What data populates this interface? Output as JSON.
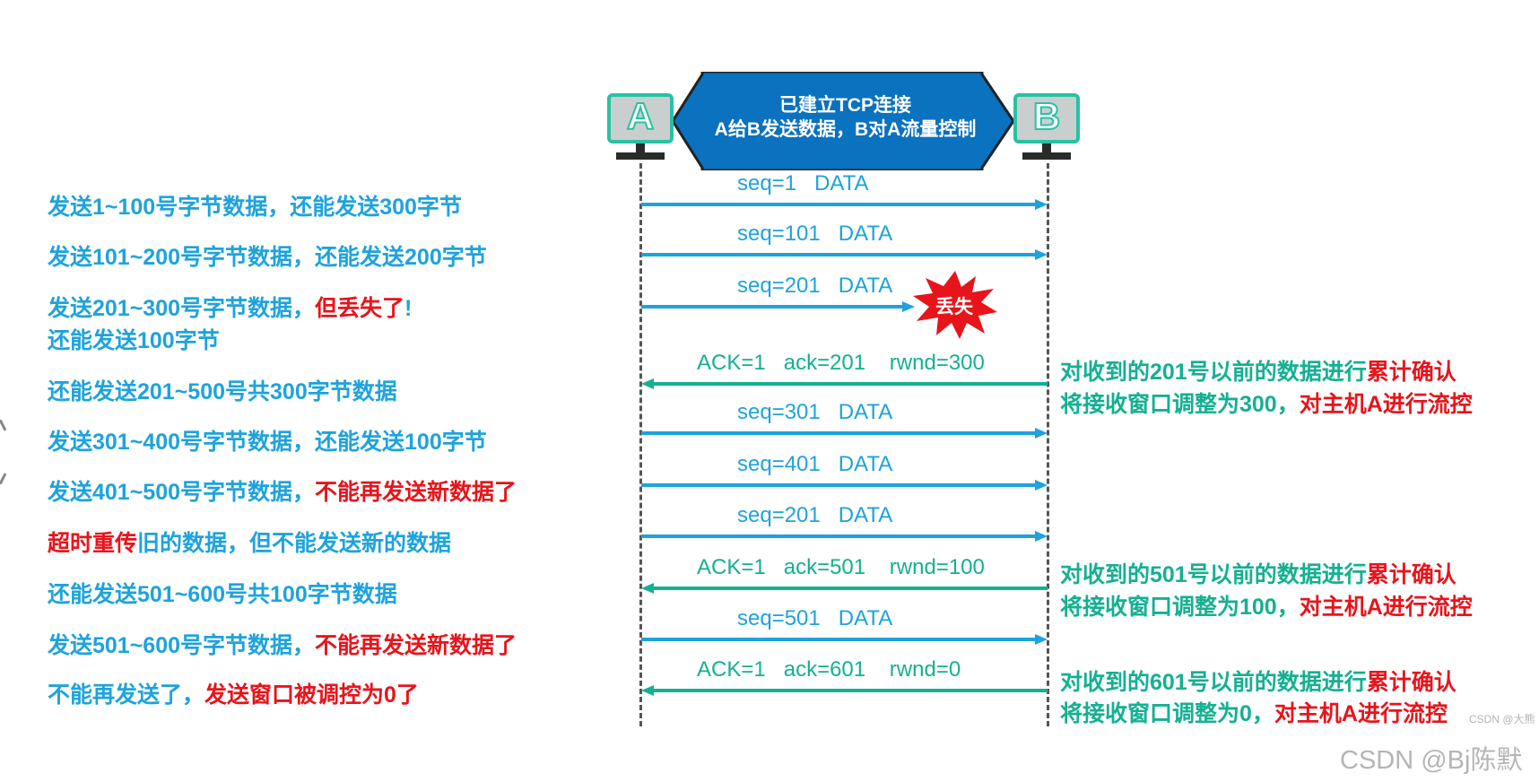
{
  "header": {
    "line1": "已建立TCP连接",
    "line2": "A给B发送数据，B对A流量控制"
  },
  "hosts": {
    "a": "A",
    "b": "B"
  },
  "loss_burst": "丢失",
  "left_notes": [
    [
      {
        "text": "发送1~100号字节数据，还能发送300字节",
        "color": "blue"
      }
    ],
    [
      {
        "text": "发送101~200号字节数据，还能发送200字节",
        "color": "blue"
      }
    ],
    [
      {
        "text": "发送201~300号字节数据，",
        "color": "blue"
      },
      {
        "text": "但丢失了",
        "color": "red"
      },
      {
        "text": "!",
        "color": "blue"
      }
    ],
    [
      {
        "text": "还能发送100字节",
        "color": "blue"
      }
    ],
    [
      {
        "text": "还能发送201~500号共300字节数据",
        "color": "blue"
      }
    ],
    [
      {
        "text": "发送301~400号字节数据，还能发送100字节",
        "color": "blue"
      }
    ],
    [
      {
        "text": "发送401~500号字节数据，",
        "color": "blue"
      },
      {
        "text": "不能再发送新数据了",
        "color": "red"
      }
    ],
    [
      {
        "text": "超时重传",
        "color": "red"
      },
      {
        "text": "旧的数据，但不能发送新的数据",
        "color": "blue"
      }
    ],
    [
      {
        "text": "还能发送501~600号共100字节数据",
        "color": "blue"
      }
    ],
    [
      {
        "text": "发送501~600号字节数据，",
        "color": "blue"
      },
      {
        "text": "不能再发送新数据了",
        "color": "red"
      }
    ],
    [
      {
        "text": "不能再发送了，",
        "color": "blue"
      },
      {
        "text": "发送窗口被调控为0了",
        "color": "red"
      }
    ]
  ],
  "messages": [
    {
      "label": "seq=1   DATA",
      "dir": "A→B"
    },
    {
      "label": "seq=101   DATA",
      "dir": "A→B"
    },
    {
      "label": "seq=201   DATA",
      "dir": "A→B",
      "lost": true
    },
    {
      "label": "ACK=1   ack=201    rwnd=300",
      "dir": "B→A"
    },
    {
      "label": "seq=301   DATA",
      "dir": "A→B"
    },
    {
      "label": "seq=401   DATA",
      "dir": "A→B"
    },
    {
      "label": "seq=201   DATA",
      "dir": "A→B"
    },
    {
      "label": "ACK=1   ack=501    rwnd=100",
      "dir": "B→A"
    },
    {
      "label": "seq=501   DATA",
      "dir": "A→B"
    },
    {
      "label": "ACK=1   ack=601    rwnd=0",
      "dir": "B→A"
    }
  ],
  "right_notes": [
    [
      {
        "text": "对收到的201号以前的数据进行",
        "color": "green"
      },
      {
        "text": "累计确认",
        "color": "red"
      }
    ],
    [
      {
        "text": "将接收窗口调整为300，",
        "color": "green"
      },
      {
        "text": "对主机A进行流控",
        "color": "red"
      }
    ],
    [
      {
        "text": "对收到的501号以前的数据进行",
        "color": "green"
      },
      {
        "text": "累计确认",
        "color": "red"
      }
    ],
    [
      {
        "text": "将接收窗口调整为100，",
        "color": "green"
      },
      {
        "text": "对主机A进行流控",
        "color": "red"
      }
    ],
    [
      {
        "text": "对收到的601号以前的数据进行",
        "color": "green"
      },
      {
        "text": "累计确认",
        "color": "red"
      }
    ],
    [
      {
        "text": "将接收窗口调整为0，",
        "color": "green"
      },
      {
        "text": "对主机A进行流控",
        "color": "red"
      }
    ]
  ],
  "watermark": "CSDN @Bj陈默",
  "small_watermark": "CSDN @大熊",
  "colors": {
    "blue_text": "#1ea3dc",
    "red_text": "#e8141b",
    "green_text": "#14b091",
    "data_arrow": "#1ea3dc",
    "ack_arrow": "#14b091",
    "header_fill": "#0a72bf",
    "host_border": "#27c2a3"
  }
}
